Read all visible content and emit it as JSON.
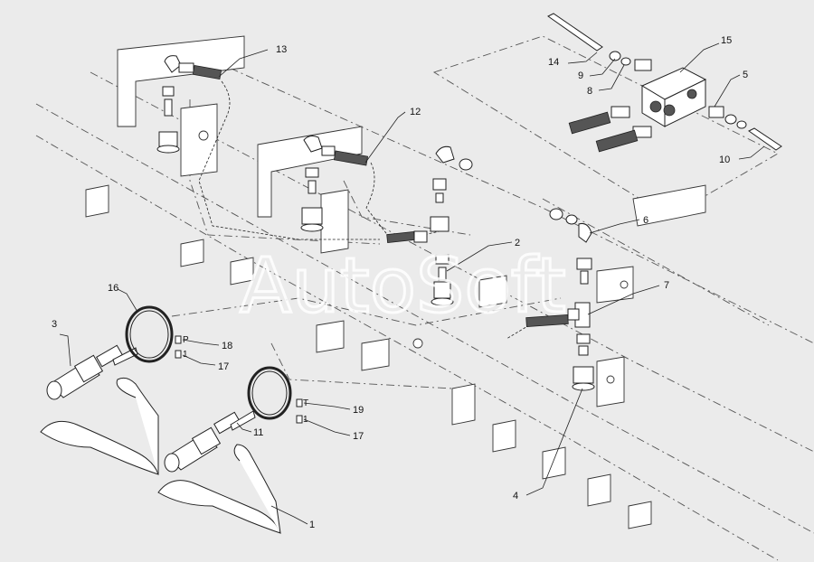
{
  "watermark": "AutoSoft",
  "callouts": {
    "c1": "1",
    "c2": "2",
    "c3": "3",
    "c4": "4",
    "c5": "5",
    "c6": "6",
    "c7": "7",
    "c8": "8",
    "c9": "9",
    "c10": "10",
    "c11": "11",
    "c12": "12",
    "c13": "13",
    "c14": "14",
    "c15": "15",
    "c16": "16",
    "c17a": "17",
    "c17b": "17",
    "c18": "18",
    "c19": "19"
  },
  "tags": {
    "p": "P",
    "one_a": "1",
    "t": "T",
    "one_b": "1"
  }
}
